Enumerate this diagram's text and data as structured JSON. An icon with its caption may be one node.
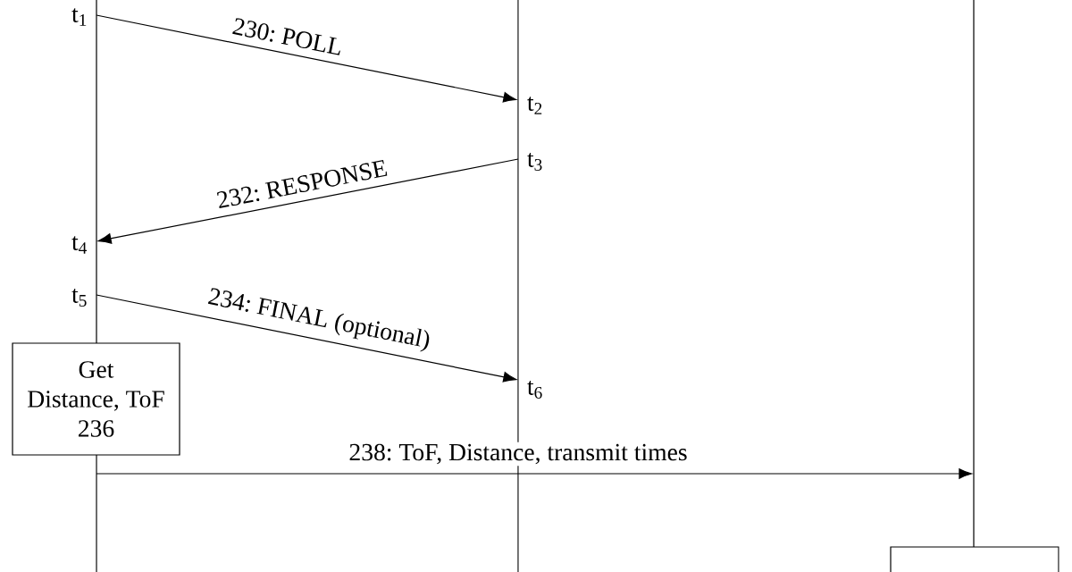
{
  "diagram": {
    "nodes": [
      {
        "text": [],
        "shape": "line",
        "beside": [
          "t$_{1}$",
          "t$_{4}$",
          "t$_{5}$"
        ]
      },
      {
        "text": [],
        "shape": "line",
        "beside": [
          "t$_{2}$",
          "t$_{3}$",
          "t$_{6}$"
        ]
      },
      {
        "text": [],
        "shape": "line"
      },
      {
        "text": [
          "Get Distance, ToF 236"
        ]
      },
      {
        "text": [],
        "shape": "line"
      },
      {
        "text": [],
        "shape": "box"
      }
    ],
    "edges": [
      {
        "from": 0,
        "to": 1,
        "arrow": "to",
        "label": "230: POLL"
      },
      {
        "from": 1,
        "to": 0,
        "arrow": "to",
        "label": "232: RESPONSE"
      },
      {
        "from": 0,
        "to": 1,
        "arrow": "to",
        "label": "234: FINAL (optional)"
      },
      {
        "from": 4,
        "to": 2,
        "arrow": "to",
        "label": "238: ToF, Distance, transmit times"
      }
    ]
  }
}
